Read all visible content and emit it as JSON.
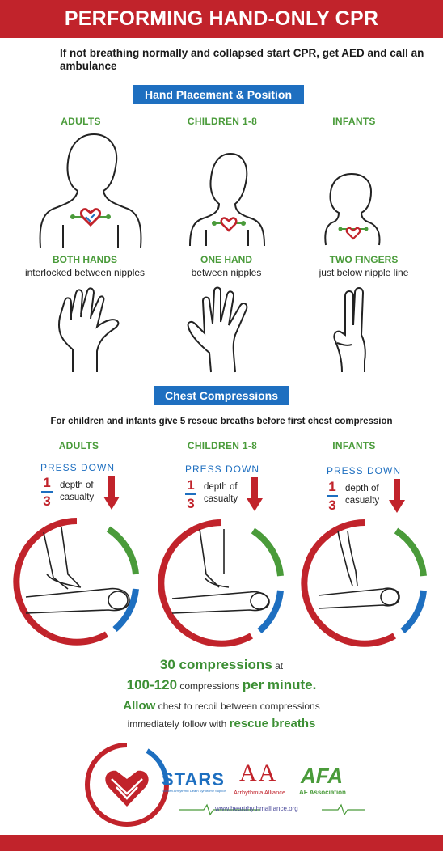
{
  "header": {
    "title": "PERFORMING HAND-ONLY CPR"
  },
  "intro": "If not breathing normally and collapsed start CPR, get AED and call an ambulance",
  "placement": {
    "section_label": "Hand Placement & Position",
    "groups": [
      {
        "category": "ADULTS",
        "hand_title": "BOTH HANDS",
        "hand_desc": "interlocked between nipples"
      },
      {
        "category": "CHILDREN 1-8",
        "hand_title": "ONE HAND",
        "hand_desc": "between nipples"
      },
      {
        "category": "INFANTS",
        "hand_title": "TWO FINGERS",
        "hand_desc": "just below nipple line"
      }
    ]
  },
  "compressions": {
    "section_label": "Chest Compressions",
    "note": "For children and infants give 5 rescue breaths before first chest compression",
    "groups": [
      {
        "category": "ADULTS",
        "press": "PRESS DOWN",
        "num": "1",
        "den": "3",
        "depth1": "depth of",
        "depth2": "casualty"
      },
      {
        "category": "CHILDREN 1-8",
        "press": "PRESS DOWN",
        "num": "1",
        "den": "3",
        "depth1": "depth of",
        "depth2": "casualty"
      },
      {
        "category": "INFANTS",
        "press": "PRESS DOWN",
        "num": "1",
        "den": "3",
        "depth1": "depth of",
        "depth2": "casualty"
      }
    ]
  },
  "stats": {
    "line1_strong": "30 compressions",
    "line1_rest": " at",
    "line2_strong1": "100-120",
    "line2_mid": " compressions ",
    "line2_strong2": "per minute.",
    "line3_strong": "Allow",
    "line3_rest": " chest to recoil between compressions",
    "line4_rest": "immediately follow with ",
    "line4_strong": "rescue breaths"
  },
  "logos": {
    "stars": "STARS",
    "stars_sub": "Sudden Arrhythmic Death Syndrome Support",
    "aa_letters": "AA",
    "aa_name": "Arrhythmia Alliance",
    "afa_letters": "AFA",
    "afa_name": "AF Association",
    "url": "www.heartrhythmalliance.org"
  },
  "colors": {
    "red": "#c1232b",
    "blue": "#1e6fc0",
    "green": "#4a9b3a"
  }
}
